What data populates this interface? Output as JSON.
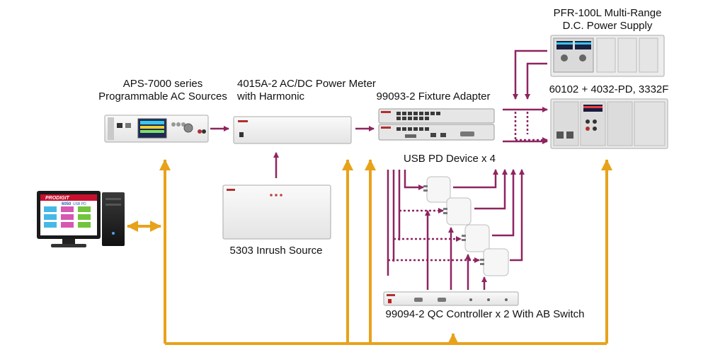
{
  "labels": {
    "aps_line1": "APS-7000 series",
    "aps_line2": "Programmable AC Sources",
    "meter_line1": "4015A-2 AC/DC Power Meter",
    "meter_line2": "with Harmonic",
    "fixture": "99093-2 Fixture Adapter",
    "pfr_line1": "PFR-100L Multi-Range",
    "pfr_line2": "D.C. Power Supply",
    "load": "60102 + 4032-PD, 3332F",
    "usb": "USB PD Device x 4",
    "inrush": "5303 Inrush Source",
    "qc": "99094-2 QC Controller x 2 With AB Switch"
  },
  "screen": {
    "brand": "PRODIGIT",
    "model": "6050",
    "model_suffix": "USB PD",
    "subtitle": "Auto Test System"
  },
  "colors": {
    "bus": "#E8A21A",
    "signal": "#8E2460",
    "device_body": "#F2F2F2",
    "device_border": "#B5B5B5"
  }
}
